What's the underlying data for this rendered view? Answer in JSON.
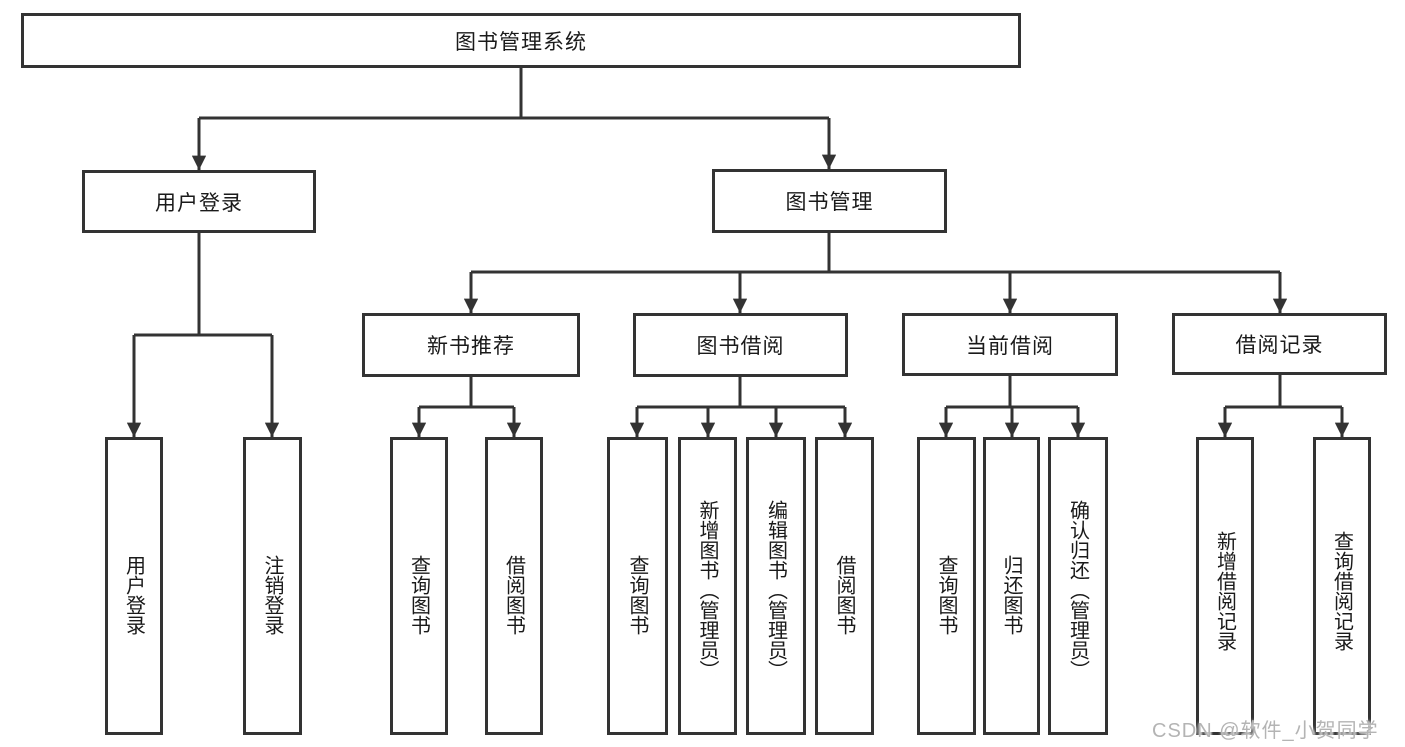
{
  "diagram": {
    "title": "图书管理系统",
    "watermark": "CSDN @软件_小贺同学",
    "colors": {
      "line": "#333333",
      "box_border": "#333333",
      "box_bg": "#ffffff",
      "text": "#1a1a1a",
      "watermark": "#b4b4b4"
    },
    "nodes": {
      "root": {
        "label": "图书管理系统"
      },
      "user_login": {
        "label": "用户登录"
      },
      "book_mgmt": {
        "label": "图书管理"
      },
      "new_book": {
        "label": "新书推荐"
      },
      "book_borrow": {
        "label": "图书借阅"
      },
      "current_borrow": {
        "label": "当前借阅"
      },
      "borrow_record": {
        "label": "借阅记录"
      },
      "leaf_user_login": {
        "label": "用户登录"
      },
      "leaf_logout": {
        "label": "注销登录"
      },
      "leaf_nb_query": {
        "label": "查询图书"
      },
      "leaf_nb_borrow": {
        "label": "借阅图书"
      },
      "leaf_bb_query": {
        "label": "查询图书"
      },
      "leaf_bb_add": {
        "label": "新增图书（管理员）"
      },
      "leaf_bb_edit": {
        "label": "编辑图书（管理员）"
      },
      "leaf_bb_borrow": {
        "label": "借阅图书"
      },
      "leaf_cb_query": {
        "label": "查询图书"
      },
      "leaf_cb_return": {
        "label": "归还图书"
      },
      "leaf_cb_confirm": {
        "label": "确认归还（管理员）"
      },
      "leaf_br_add": {
        "label": "新增借阅记录"
      },
      "leaf_br_query": {
        "label": "查询借阅记录"
      }
    },
    "edges": [
      [
        "root",
        "user_login"
      ],
      [
        "root",
        "book_mgmt"
      ],
      [
        "user_login",
        "leaf_user_login"
      ],
      [
        "user_login",
        "leaf_logout"
      ],
      [
        "book_mgmt",
        "new_book"
      ],
      [
        "book_mgmt",
        "book_borrow"
      ],
      [
        "book_mgmt",
        "current_borrow"
      ],
      [
        "book_mgmt",
        "borrow_record"
      ],
      [
        "new_book",
        "leaf_nb_query"
      ],
      [
        "new_book",
        "leaf_nb_borrow"
      ],
      [
        "book_borrow",
        "leaf_bb_query"
      ],
      [
        "book_borrow",
        "leaf_bb_add"
      ],
      [
        "book_borrow",
        "leaf_bb_edit"
      ],
      [
        "book_borrow",
        "leaf_bb_borrow"
      ],
      [
        "current_borrow",
        "leaf_cb_query"
      ],
      [
        "current_borrow",
        "leaf_cb_return"
      ],
      [
        "current_borrow",
        "leaf_cb_confirm"
      ],
      [
        "borrow_record",
        "leaf_br_add"
      ],
      [
        "borrow_record",
        "leaf_br_query"
      ]
    ]
  }
}
